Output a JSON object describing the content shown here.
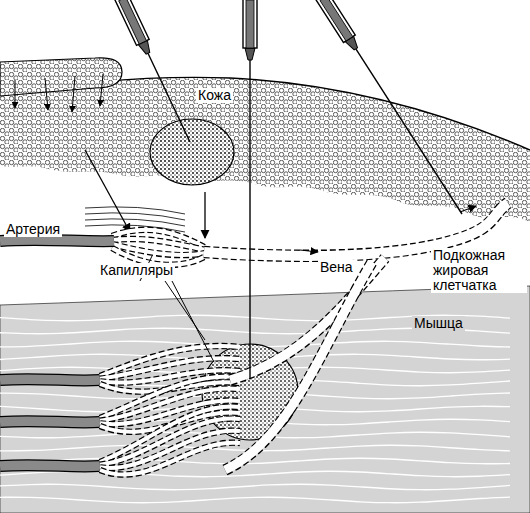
{
  "diagram": {
    "labels": [
      "Кожа",
      "Артерия",
      "Капилляры",
      "Вена",
      "Подкожная жировая клетчатка",
      "Мышца"
    ]
  }
}
